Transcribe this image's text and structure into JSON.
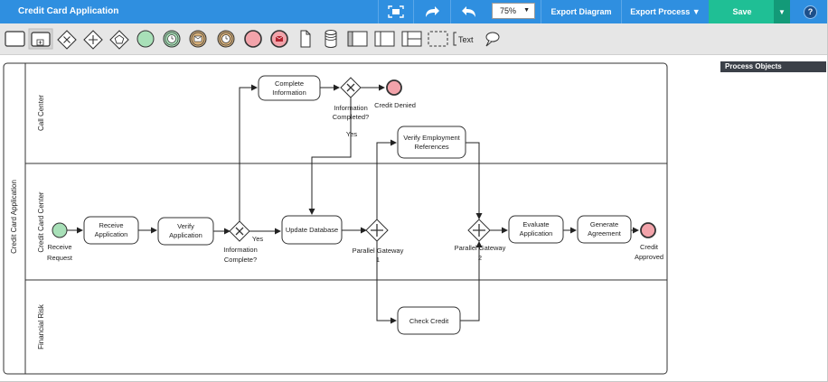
{
  "app": {
    "title": "Credit Card Application"
  },
  "toolbar": {
    "zoom": "75%",
    "export_diagram": "Export Diagram",
    "export_process": "Export Process ▼",
    "save": "Save",
    "help": "?"
  },
  "side_panel": {
    "title": "Process Objects"
  },
  "palette": {
    "text_tool": "Text"
  },
  "diagram": {
    "pool": "Credit Card Application",
    "lanes": [
      "Call Center",
      "Credit Card Center",
      "Financial Risk"
    ],
    "tasks": {
      "complete_information": [
        "Complete",
        "Information"
      ],
      "verify_employment": [
        "Verify Employment",
        "References"
      ],
      "receive_application": [
        "Receive",
        "Application"
      ],
      "verify_application": [
        "Verify",
        "Application"
      ],
      "update_database": "Update Database",
      "evaluate_application": [
        "Evaluate",
        "Application"
      ],
      "generate_agreement": [
        "Generate",
        "Agreement"
      ],
      "check_credit": "Check Credit"
    },
    "labels": {
      "info_completed": [
        "Information",
        "Completed?"
      ],
      "credit_denied": "Credit Denied",
      "yes_1": "Yes",
      "receive_request": [
        "Receive",
        "Request"
      ],
      "info_complete": [
        "Information",
        "Complete?"
      ],
      "yes_2": "Yes",
      "parallel_gateway_1": [
        "Parallel Gateway",
        "1"
      ],
      "parallel_gateway_2": [
        "Parallel Gateway",
        "2"
      ],
      "credit_approved": [
        "Credit",
        "Approved"
      ]
    }
  },
  "colors": {
    "topbar": "#2f8fe0",
    "save": "#1fbf95",
    "start_event": "#a8e0b8",
    "end_event": "#f2a3aa",
    "gold_event": "#d7b07a"
  },
  "icons": {
    "fit": "fit-screen-icon",
    "redo": "redo-arrow-icon",
    "undo": "undo-arrow-icon",
    "help": "help-icon"
  }
}
